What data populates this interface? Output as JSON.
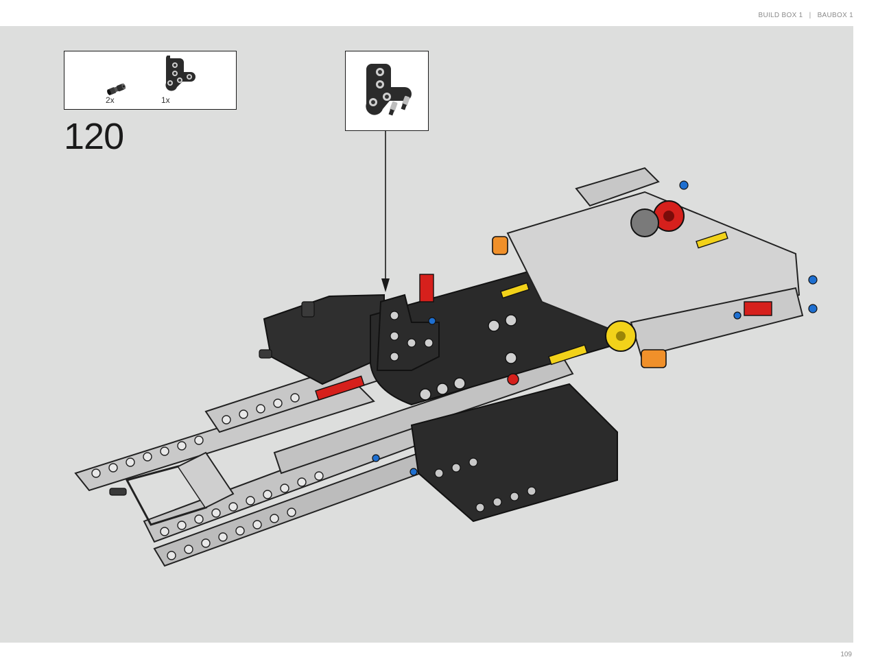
{
  "header": {
    "build_box": "BUILD BOX 1",
    "separator": "|",
    "baubox": "BAUBOX 1"
  },
  "parts_list": {
    "items": [
      {
        "icon": "connector-pin-icon",
        "quantity": "2x"
      },
      {
        "icon": "t-beam-icon",
        "quantity": "1x"
      }
    ]
  },
  "step": {
    "number": "120"
  },
  "callout": {
    "icon": "t-beam-with-pins-icon"
  },
  "model": {
    "icon": "chassis-model-illustration",
    "colors": {
      "black": "#2a2a2a",
      "light_gray": "#c4c4c4",
      "red": "#d6201c",
      "yellow": "#f2d21a",
      "blue": "#1e6fd0",
      "orange": "#f0902a"
    }
  },
  "footer": {
    "page_number": "109"
  }
}
